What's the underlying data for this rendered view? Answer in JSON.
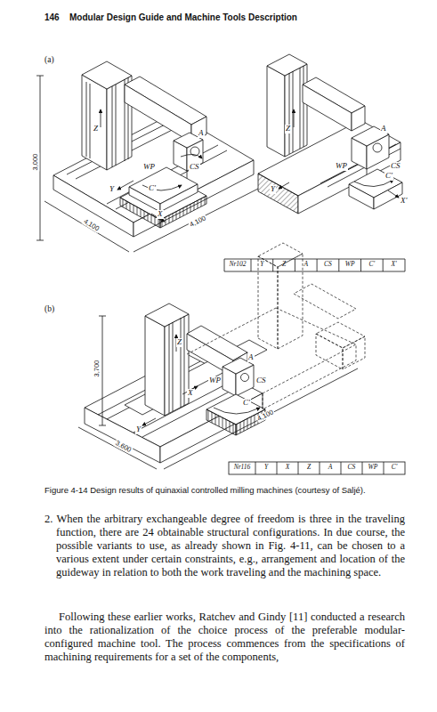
{
  "diagram": {
    "caption": "Figure 4-14 Design results of quinaxial controlled milling machines (courtesy of Saljé).",
    "labels": [
      "146",
      "Modular Design Guide and Machine Tools Description",
      "(a)",
      "Z",
      "A",
      "WP",
      "CS",
      "C'",
      "Y",
      "X",
      "3,000",
      "4,100",
      "4,100",
      "Z",
      "A",
      "WP",
      "CS",
      "C'",
      "X'",
      "Y",
      "Nr102",
      "Y",
      "Z",
      "A",
      "CS",
      "WP",
      "C'",
      "X'",
      "(b)",
      "Z",
      "A",
      "WP",
      "CS",
      "X",
      "C'",
      "Y",
      "3,700",
      "3,600",
      "4,100",
      "Nr116",
      "Y",
      "X",
      "Z",
      "A",
      "CS",
      "WP",
      "C'",
      "2. When the arbitrary exchangeable degree of freedom is three in the traveling function, there are 24 obtainable structural configurations. In due course, the possible variants to use, as already shown in Fig. 4-11, can be chosen to a various extent under certain constraints, e.g., arrangement and location of the guideway in relation to both the work traveling and the machining space.",
      "Following these earlier works, Ratchev and Gindy [11] conducted a research into the rationalization of the choice process of the preferable modular-configured machine tool. The process commences from the specifications of machining requirements for a set of the components,"
    ]
  }
}
